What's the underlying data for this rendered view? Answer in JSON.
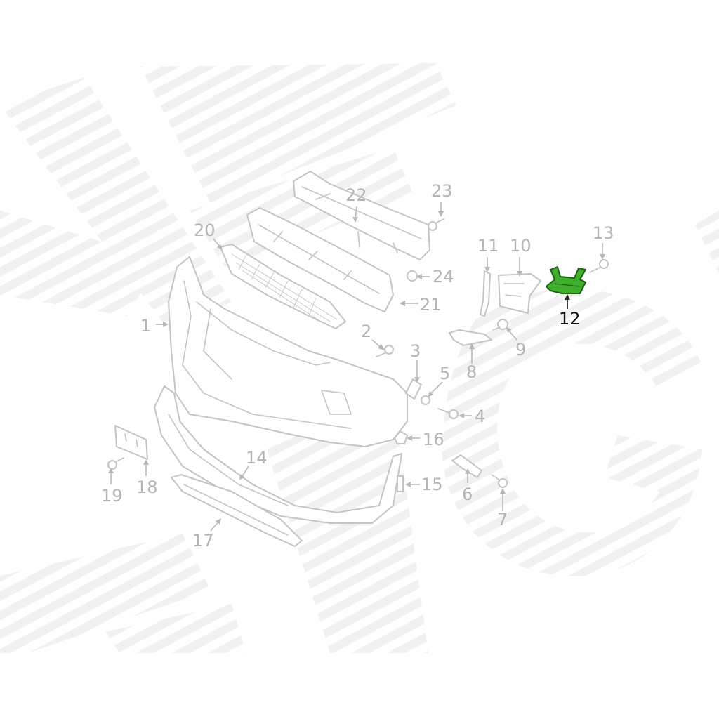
{
  "diagram": {
    "highlight_color": "#3fae2a",
    "line_color": "#c4c4c4",
    "watermark": "logo",
    "callouts": [
      {
        "label": "1"
      },
      {
        "label": "2"
      },
      {
        "label": "3"
      },
      {
        "label": "4"
      },
      {
        "label": "5"
      },
      {
        "label": "6"
      },
      {
        "label": "7"
      },
      {
        "label": "8"
      },
      {
        "label": "9"
      },
      {
        "label": "10"
      },
      {
        "label": "11"
      },
      {
        "label": "12",
        "highlighted": true
      },
      {
        "label": "13"
      },
      {
        "label": "14"
      },
      {
        "label": "15"
      },
      {
        "label": "16"
      },
      {
        "label": "17"
      },
      {
        "label": "18"
      },
      {
        "label": "19"
      },
      {
        "label": "20"
      },
      {
        "label": "21"
      },
      {
        "label": "22"
      },
      {
        "label": "23"
      },
      {
        "label": "24"
      }
    ]
  }
}
